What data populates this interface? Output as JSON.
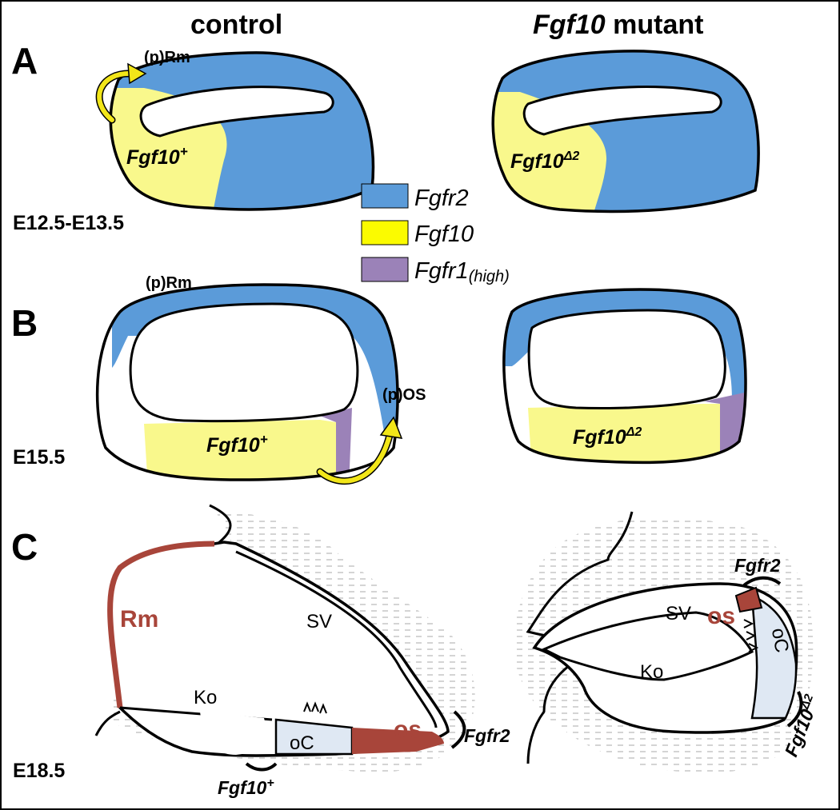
{
  "columns": {
    "control": "control",
    "mutant_gene": "Fgf10",
    "mutant_word": " mutant"
  },
  "panels": {
    "a": "A",
    "b": "B",
    "c": "C"
  },
  "stages": {
    "a": "E12.5-E13.5",
    "b": "E15.5",
    "c": "E18.5"
  },
  "labels": {
    "rm_p": "(p)Rm",
    "os_p": "(p)OS",
    "fgf10_plus": "Fgf10",
    "fgf10_plus_sup": "+",
    "fgf10_mut": "Fgf10",
    "fgf10_mut_sup": "Δ2",
    "rm": "Rm",
    "sv": "SV",
    "ko": "Ko",
    "oc": "oC",
    "os": "os",
    "fgfr2": "Fgfr2"
  },
  "legend": [
    {
      "color": "#5b9bd9",
      "label": "Fgfr2",
      "sub": ""
    },
    {
      "color": "#f9f88c",
      "label": "Fgf10",
      "sub": ""
    },
    {
      "color": "#9b82b8",
      "label": "Fgfr1",
      "sub": "(high)"
    }
  ],
  "colors": {
    "fgfr2": "#5b9bd9",
    "fgf10": "#f9f88c",
    "fgfr1": "#9b82b8",
    "red_tissue": "#a8453a",
    "oc_fill": "#dfe8f3",
    "arrow": "#f2e619"
  }
}
